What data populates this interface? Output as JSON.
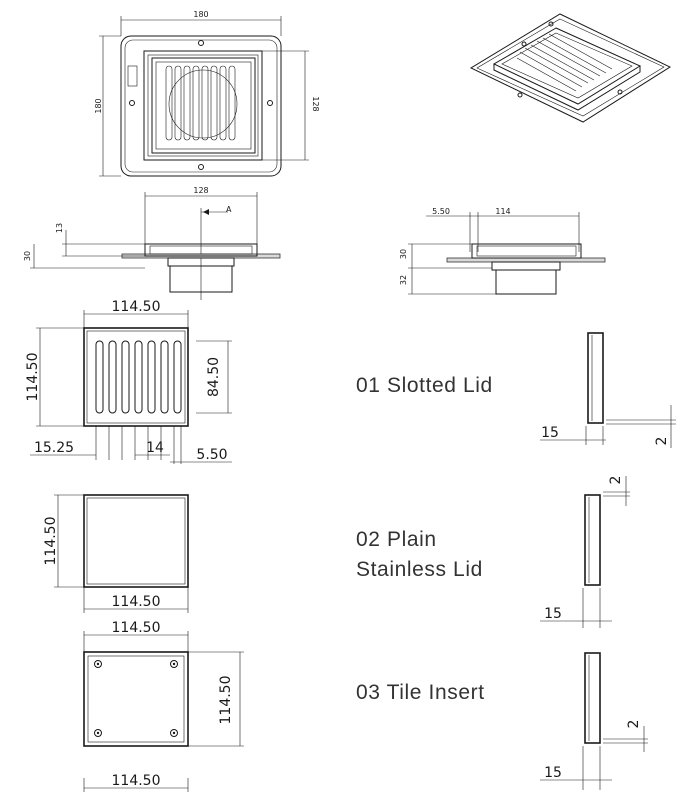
{
  "top_plan": {
    "width_dim": "180",
    "height_dim": "180",
    "inner_dim": "128"
  },
  "section_left": {
    "width_dim": "128",
    "section_mark": "A",
    "height_dim_a": "13",
    "height_dim_b": "30"
  },
  "section_right": {
    "flange_dim": "5.50",
    "width_dim": "114",
    "height_dim_a": "30",
    "height_dim_b": "32"
  },
  "lid_slotted": {
    "width_dim": "114.50",
    "height_dim": "114.50",
    "slot_height_dim": "84.50",
    "margin_dim": "15.25",
    "slot_pitch_dim": "14",
    "edge_dim": "5.50",
    "label": "01 Slotted Lid",
    "profile_width_dim": "15",
    "profile_gap_dim": "2"
  },
  "lid_plain": {
    "width_dim": "114.50",
    "height_dim": "114.50",
    "label_line1": "02 Plain",
    "label_line2": "Stainless Lid",
    "profile_width_dim": "15",
    "profile_gap_dim": "2"
  },
  "lid_tile": {
    "width_dim_top": "114.50",
    "height_dim": "114.50",
    "width_dim_bottom": "114.50",
    "label": "03 Tile Insert",
    "profile_width_dim": "15",
    "profile_gap_dim": "2"
  }
}
